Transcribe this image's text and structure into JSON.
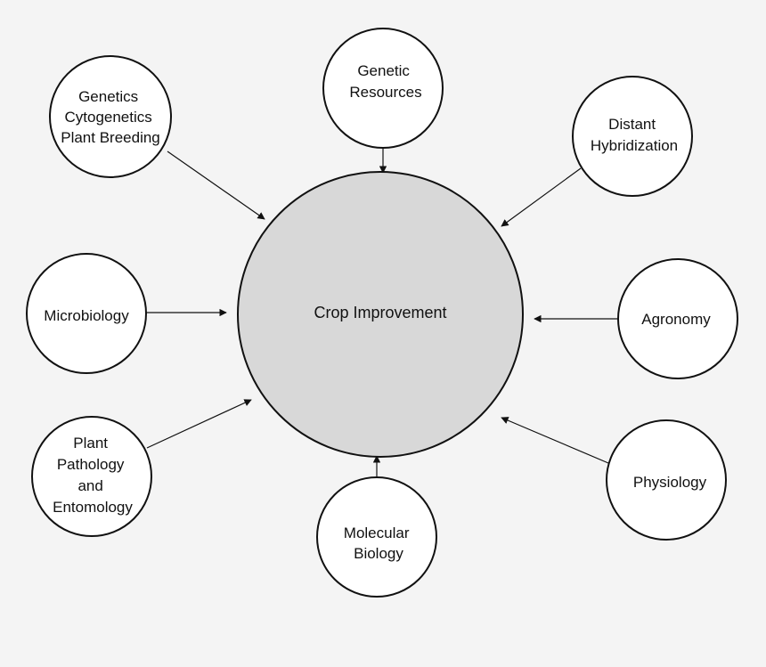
{
  "hub": {
    "label": "Crop Improvement",
    "fill": "#d8d8d8"
  },
  "nodes": [
    {
      "id": "genetic-resources",
      "lines": [
        "Genetic",
        "Resources"
      ]
    },
    {
      "id": "genetics-cytogenetics-plant-breeding",
      "lines": [
        "Genetics",
        "Cytogenetics",
        "Plant Breeding"
      ]
    },
    {
      "id": "distant-hybridization",
      "lines": [
        "Distant",
        "Hybridization"
      ]
    },
    {
      "id": "microbiology",
      "lines": [
        "Microbiology"
      ]
    },
    {
      "id": "agronomy",
      "lines": [
        "Agronomy"
      ]
    },
    {
      "id": "plant-pathology-entomology",
      "lines": [
        "Plant",
        "Pathology",
        "and",
        "Entomology"
      ]
    },
    {
      "id": "molecular-biology",
      "lines": [
        "Molecular",
        "Biology"
      ]
    },
    {
      "id": "physiology",
      "lines": [
        "Physiology"
      ]
    }
  ]
}
